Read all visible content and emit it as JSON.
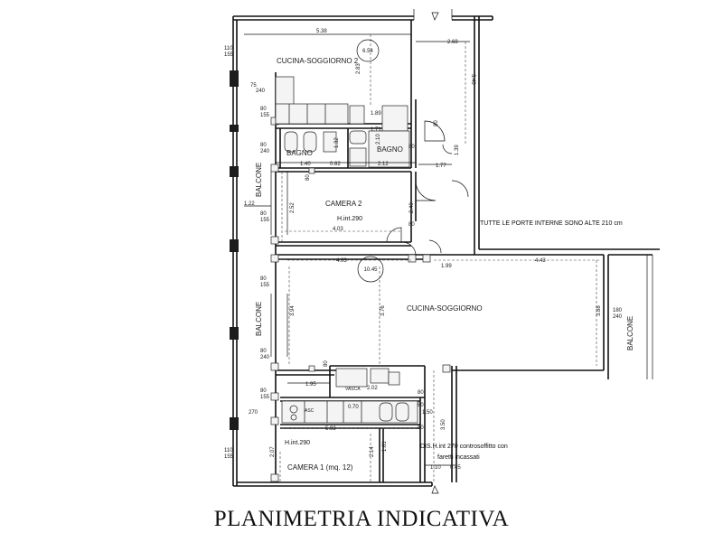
{
  "rooms": {
    "kitchen_living_2": "CUCINA-SOGGIORNO 2",
    "bath_a": "BAGNO",
    "bath_b": "BAGNO",
    "bedroom_2": "CAMERA 2",
    "kitchen_living": "CUCINA-SOGGIORNO",
    "bedroom_1": "CAMERA 1 (mq. 12)",
    "balcony_upper": "BALCONE",
    "balcony_lower": "BALCONE",
    "balcony_right": "BALCONE"
  },
  "notes": {
    "doors": "TUTTE LE PORTE INTERNE SONO ALTE 210 cm",
    "height_upper": "H.int.290",
    "height_lower": "H.int.290",
    "dis_line1": "DIS.H.int 270 controsoffitto con",
    "dis_line2": "faretti incassati",
    "vasca": "VASCA",
    "asc": "ASC"
  },
  "area_markers": {
    "upper": "6.54",
    "lower": "10.45"
  },
  "dimensions": {
    "d_538": "5.38",
    "d_268": "2.68",
    "d_110_155_top": "110\n155",
    "d_155a": "155",
    "d_110a": "110",
    "d_340": "3.40",
    "d_283": "2.83",
    "d_189": "1.89",
    "d_171": "1.71",
    "d_210": "2.10",
    "d_80_155a": "80",
    "d_155b": "155",
    "d_80b": "80",
    "d_240a": "240",
    "d_132": "1.32",
    "d_80c": "80",
    "d_80d": "80",
    "d_139": "1.39",
    "d_140": "1.40",
    "d_082": "0.82",
    "d_212": "2.12",
    "d_177": "1.77",
    "d_80e": "80",
    "d_122": "1.22",
    "d_252": "2.52",
    "d_240": "2.40",
    "d_80f": "80",
    "d_155c": "155",
    "d_403a": "4.03",
    "d_80g": "80",
    "d_403b": "4.03",
    "d_199": "1.99",
    "d_443": "4.43",
    "d_80h": "80",
    "d_155d": "155",
    "d_394": "3.94",
    "d_376": "3.76",
    "d_388": "3.88",
    "d_180": "180",
    "d_240r": "240",
    "d_80i": "80",
    "d_240b": "240",
    "d_80j": "80",
    "d_195": "1.95",
    "d_202": "2.02",
    "d_80k": "80",
    "d_155e": "155",
    "d_80l": "80",
    "d_070": "0.70",
    "d_150": "1.50",
    "d_80m": "80",
    "d_592": "5.92",
    "d_350": "3.50",
    "d_80n": "80",
    "d_110b": "110",
    "d_155f": "155",
    "d_207": "2.07",
    "d_214": "2.14",
    "d_161": "1.61",
    "d_110c": "1.10",
    "d_045": "0.45",
    "d_270": "270",
    "d_75": "75",
    "d_240c": "240"
  },
  "title": "PLANIMETRIA INDICATIVA"
}
